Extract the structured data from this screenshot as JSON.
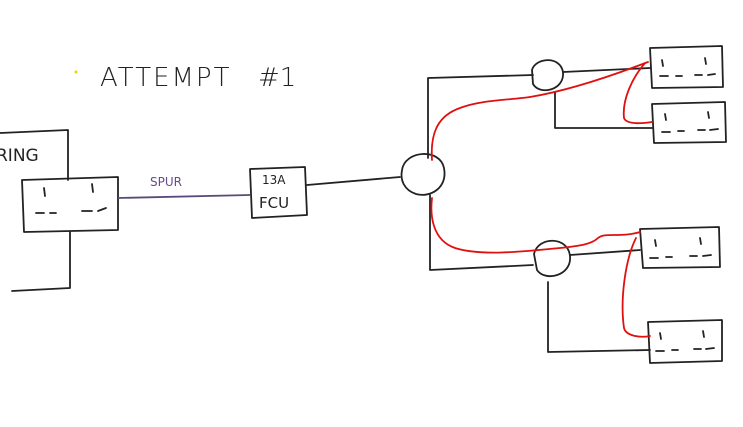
{
  "title": {
    "text": "ATTEMPT",
    "number": "#1"
  },
  "labels": {
    "ring": "RING",
    "spur": "SPUR",
    "fcu_rating": "13A",
    "fcu": "FCU"
  },
  "colors": {
    "ink": "#222222",
    "red_wire": "#e01010",
    "spur_ink": "#6a4a8a"
  }
}
